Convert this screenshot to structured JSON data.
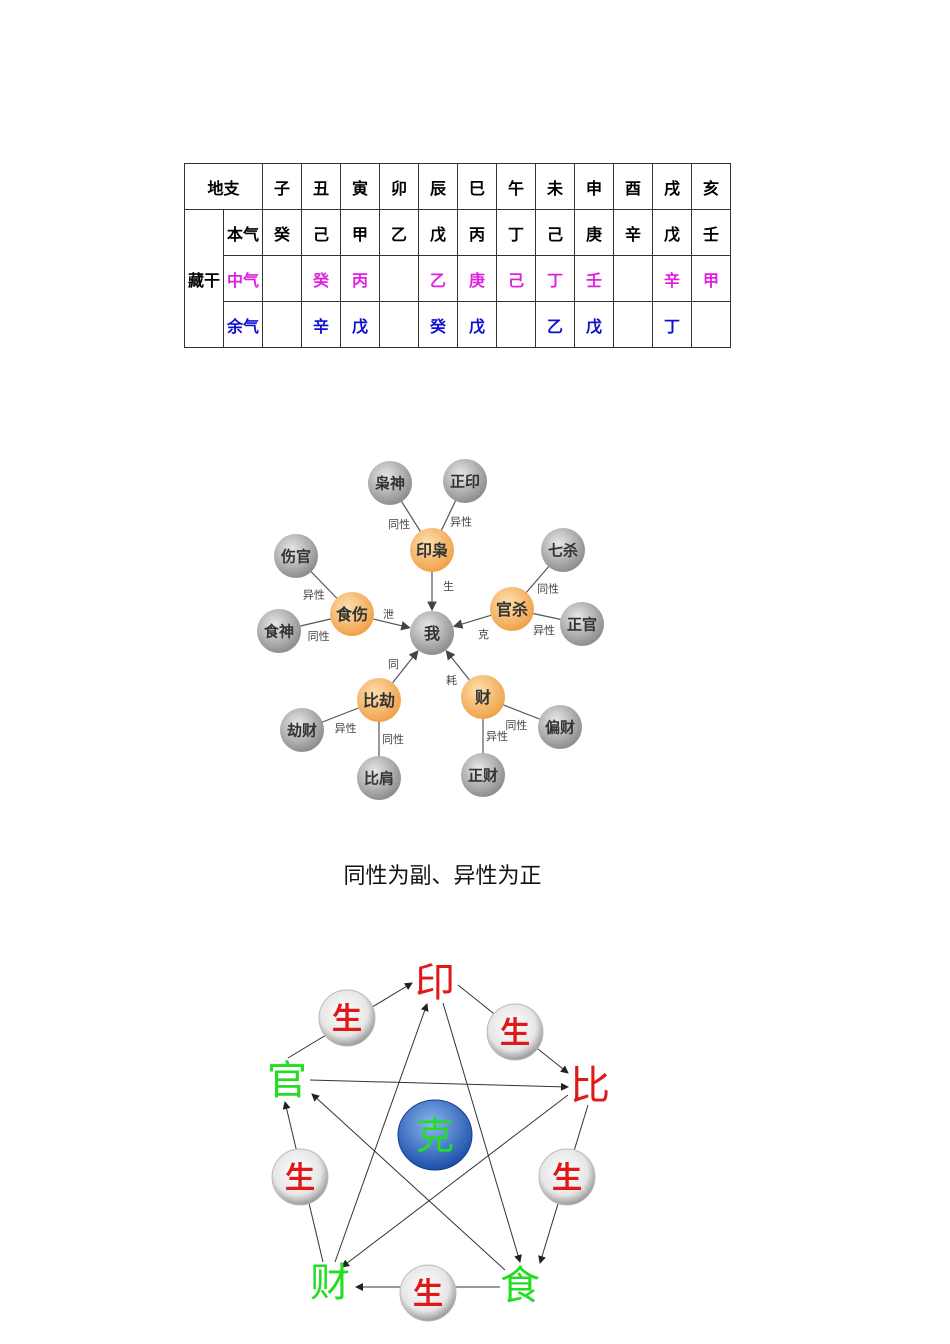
{
  "table": {
    "header_label": "地支",
    "branches": [
      "子",
      "丑",
      "寅",
      "卯",
      "辰",
      "巳",
      "午",
      "未",
      "申",
      "酉",
      "戌",
      "亥"
    ],
    "group_label": "藏干",
    "rows": [
      {
        "label": "本气",
        "values": [
          "癸",
          "己",
          "甲",
          "乙",
          "戊",
          "丙",
          "丁",
          "己",
          "庚",
          "辛",
          "戊",
          "壬"
        ]
      },
      {
        "label": "中气",
        "values": [
          "",
          "癸",
          "丙",
          "",
          "乙",
          "庚",
          "己",
          "丁",
          "壬",
          "",
          "辛",
          "甲"
        ]
      },
      {
        "label": "余气",
        "values": [
          "",
          "辛",
          "戊",
          "",
          "癸",
          "戊",
          "",
          "乙",
          "戊",
          "",
          "丁",
          ""
        ]
      }
    ]
  },
  "ten_gods": {
    "center": "我",
    "groups": {
      "yin": "印枭",
      "guan": "官杀",
      "shi": "食伤",
      "bi": "比劫",
      "cai": "财"
    },
    "leaves": {
      "xiao": "枭神",
      "zhengyin": "正印",
      "qisha": "七杀",
      "zhengguan": "正官",
      "shangguan": "伤官",
      "shishen": "食神",
      "jiecai": "劫财",
      "bijian": "比肩",
      "piancai": "偏财",
      "zhengcai": "正财"
    },
    "same": "同性",
    "diff": "异性",
    "relations": {
      "sheng": "生",
      "xie": "泄",
      "ke": "克",
      "tong": "同",
      "hao": "耗"
    }
  },
  "caption": "同性为副、异性为正",
  "pentagram": {
    "nodes": {
      "yin": "印",
      "bi": "比",
      "shi": "食",
      "cai": "财",
      "guan": "官"
    },
    "sheng": "生",
    "center": "克",
    "colors": {
      "red": "#e01818",
      "green": "#22dd22",
      "blue": "#2a62c8"
    }
  }
}
